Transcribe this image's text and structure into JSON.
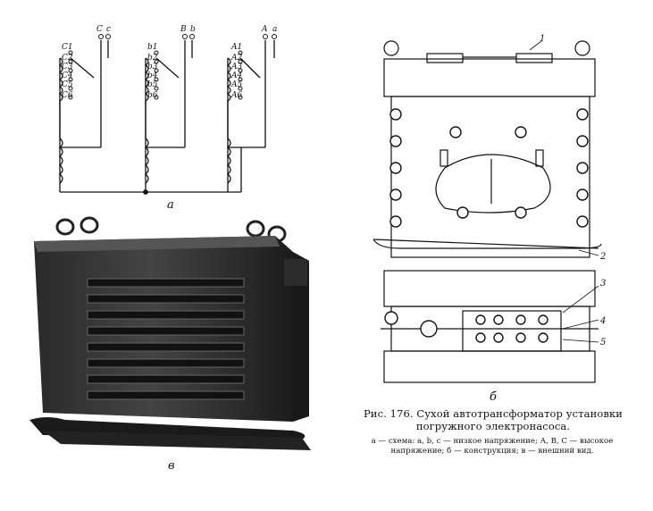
{
  "figure": {
    "panel_a_label": "а",
    "panel_b_label": "б",
    "panel_v_label": "в",
    "schematic": {
      "phases": [
        {
          "taps": [
            "C1",
            "C2",
            "C3",
            "C4",
            "C5",
            "C6"
          ],
          "high": "C",
          "low": "c"
        },
        {
          "taps": [
            "b1",
            "b2",
            "b3",
            "b4",
            "b5",
            "b6"
          ],
          "high": "B",
          "low": "b"
        },
        {
          "taps": [
            "A1",
            "A2",
            "A3",
            "A4",
            "A5",
            "A6"
          ],
          "high": "A",
          "low": "a"
        }
      ]
    },
    "callouts": [
      "1",
      "2",
      "3",
      "4",
      "5"
    ]
  },
  "caption": {
    "title": "Рис. 176. Сухой автотрансформатор установки погружного электронасоса.",
    "body": "а — схема: а, b, с — низкое напряжение; А, В, С — высокое напряжение; б — конструкция; в — внешний вид."
  }
}
